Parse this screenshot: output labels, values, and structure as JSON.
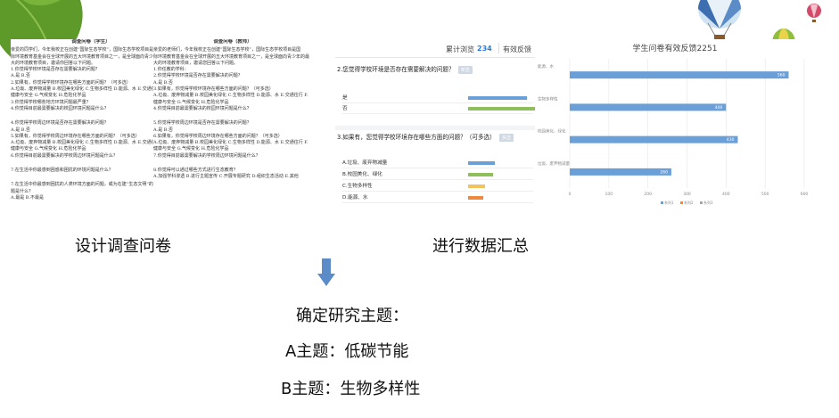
{
  "captions": {
    "left": "设计调查问卷",
    "right": "进行数据汇总",
    "topic_heading": "确定研究主题：",
    "topic_a": "A主题：低碳节能",
    "topic_b": "B主题：生物多样性"
  },
  "questionnaire_student": {
    "title": "调查问卷（学生）",
    "lines": [
      "亲爱的同学们，今年我校正在创建“国际生态学校”，国际生态学校项目是国",
      "际环境教育基金会在全球开展的五大环境教育项目之一，是全球面向青少年的最",
      "大的环境教育项目，邀请你回答以下问题。",
      "1.你觉得学校环境是否存在需要解决的问题？",
      "A.是   B.否",
      "2.如果有，你觉得学校环境存在哪些方面的问题？（可多选）",
      "A.垃圾、废弃物减量  B.校园美化绿化  C.生物多样性  D.能源、水  E.交通往行  F.",
      "健康与安全  G.气候变化  H.危险化学品",
      "3.你觉得学校哪些地方环境问题最严重？",
      "4.你觉得目前最需要解决的校园环境问题是什么？",
      "",
      "4.你觉得学校周边环境是否存在需要解决的问题？",
      "A.是   B.否",
      "5.如果有，你觉得学校周边环境存在哪些方面的问题？（可多选）",
      "A.垃圾、废弃物减量  B.校园美化绿化  C.生物多样性  D.能源、水  E.交通往行  F.",
      "健康与安全  G.气候变化  H.危险化学品",
      "6.你觉得目前最需要解决的学校周边环境问题是什么？",
      "",
      "7.在生活中你最感到困惑和困扰的环境问题是什么？",
      "",
      "7.在生活中你最感到困扰的人类环境方面的问题，或为在建“生态文明”的主",
      "题是什么？",
      "A.最是   B.不最是"
    ]
  },
  "questionnaire_teacher": {
    "title": "调查问卷（教师）",
    "lines": [
      "亲爱的老师们，今年我校正在创建“国际生态学校”，国际生态学校项目是国",
      "际环境教育基金会在全球开展的五大环境教育项目之一，是全球面向青少年的最",
      "大的环境教育项目，邀请您回答以下问题。",
      "1.你任教的学科：",
      "2.你觉得学校环境是否存在需要解决的问题？",
      "A.是   B.否",
      "3.如果有，你觉得学校环境存在哪些方面的问题？（可多选）",
      "A.垃圾、废弃物减量  B.校园美化绿化  C.生物多样性  D.能源、水  E.交通往行  F.",
      "健康与安全  G.气候变化  H.危险化学品",
      "4.你觉得目前最需要解决的校园环境问题是什么？",
      "",
      "5.你觉得学校周边环境是否存在需要解决的问题？",
      "A.是   B.否",
      "6.如果有，你觉得学校周边环境存在哪些方面的问题？（可多选）",
      "A.垃圾、废弃物减量  B.校园美化绿化  C.生物多样性  D.能源、水  E.交通往行  F.",
      "健康与安全  G.气候变化  H.危险化学品",
      "7.你觉得目前最需要解决的学校周边环境问题是什么？",
      "",
      "8.你觉得可以通过哪些方式进行生态教育？",
      "A.加强学科渗透  B.进行主题宣传  C.开展专题研究  D.组织生态活动  E.其他"
    ]
  },
  "stats_panel": {
    "cumulative_views_label": "累计浏览",
    "cumulative_views_value": "234",
    "valid_feedback_label": "有效反馈",
    "valid_feedback_value": "",
    "q2_title": "2.您觉得学校环境是否存在需要解决的问题？",
    "q2_tag": "单选",
    "q2_options": [
      {
        "label": "是",
        "fraction": 0.31,
        "color": "#6a9fd8"
      },
      {
        "label": "否",
        "fraction": 0.37,
        "color": "#8fbf5a"
      }
    ],
    "q3_title": "3.如果有，您觉得学校环境存在哪些方面的问题？（可多选）",
    "q3_tag": "多选",
    "q3_options": [
      {
        "label": "A.垃圾、废弃物减量",
        "fraction": 0.14,
        "color": "#6a9fd8"
      },
      {
        "label": "B.校园美化、绿化",
        "fraction": 0.13,
        "color": "#8fbf5a"
      },
      {
        "label": "C.生物多样性",
        "fraction": 0.09,
        "color": "#f3c35b"
      },
      {
        "label": "D.能源、水",
        "fraction": 0.08,
        "color": "#ee8a3f"
      }
    ]
  },
  "chart_data": {
    "type": "bar",
    "orientation": "horizontal",
    "title": "学生问卷有效反馈2251",
    "categories": [
      "能源、水",
      "生物多样性",
      "校园美化、绿化",
      "垃圾、废弃物减量"
    ],
    "values": [
      560,
      400,
      430,
      260
    ],
    "xlim": [
      0,
      600
    ],
    "xticks": [
      "0",
      "100",
      "200",
      "300",
      "400",
      "500",
      "600"
    ],
    "color": "#6a9fd8",
    "legend": [
      "系列1",
      "系列2",
      "系列3"
    ],
    "legend_colors": [
      "#6a9fd8",
      "#ee8a3f",
      "#a5a5a5"
    ],
    "legend_position": "bottom"
  }
}
